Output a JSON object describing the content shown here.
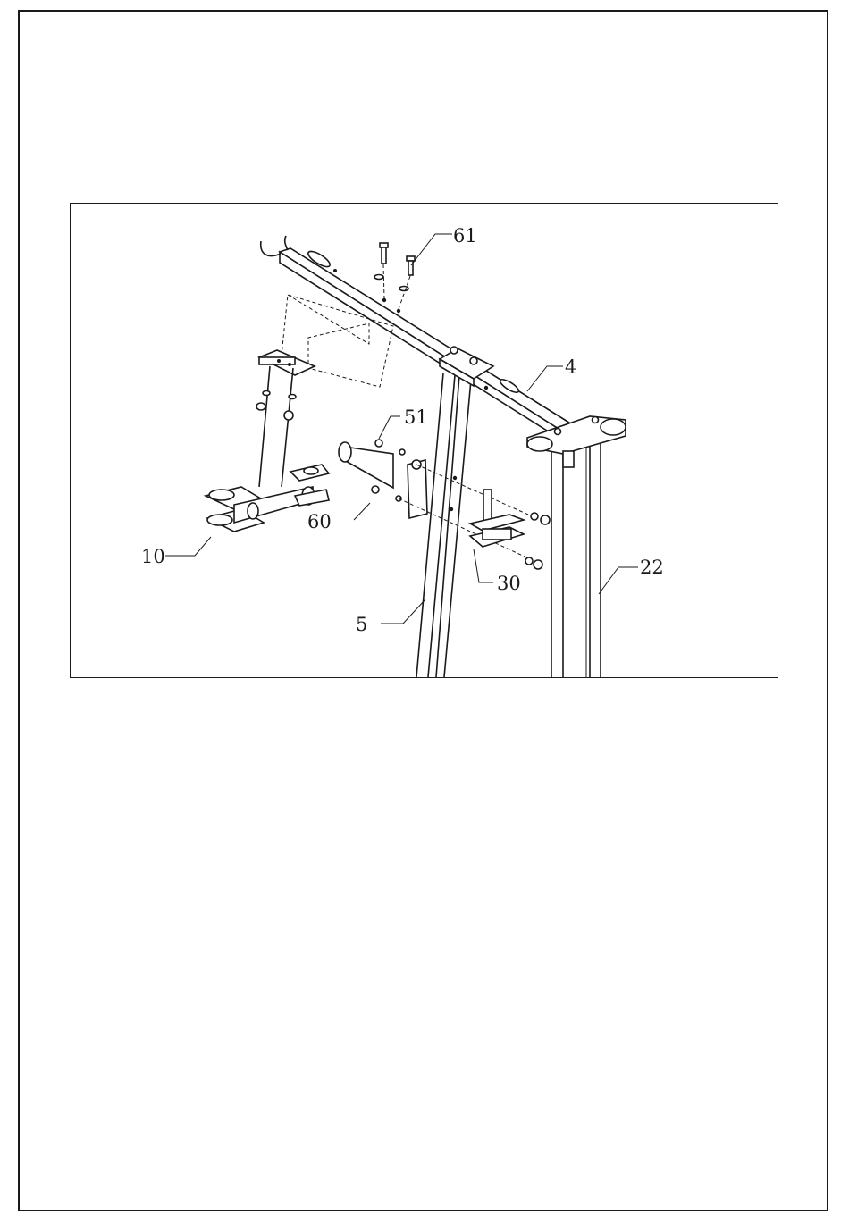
{
  "diagram": {
    "part_labels": {
      "p61": "61",
      "p4": "4",
      "p51": "51",
      "p60": "60",
      "p10": "10",
      "p30": "30",
      "p22": "22",
      "p5": "5"
    }
  }
}
